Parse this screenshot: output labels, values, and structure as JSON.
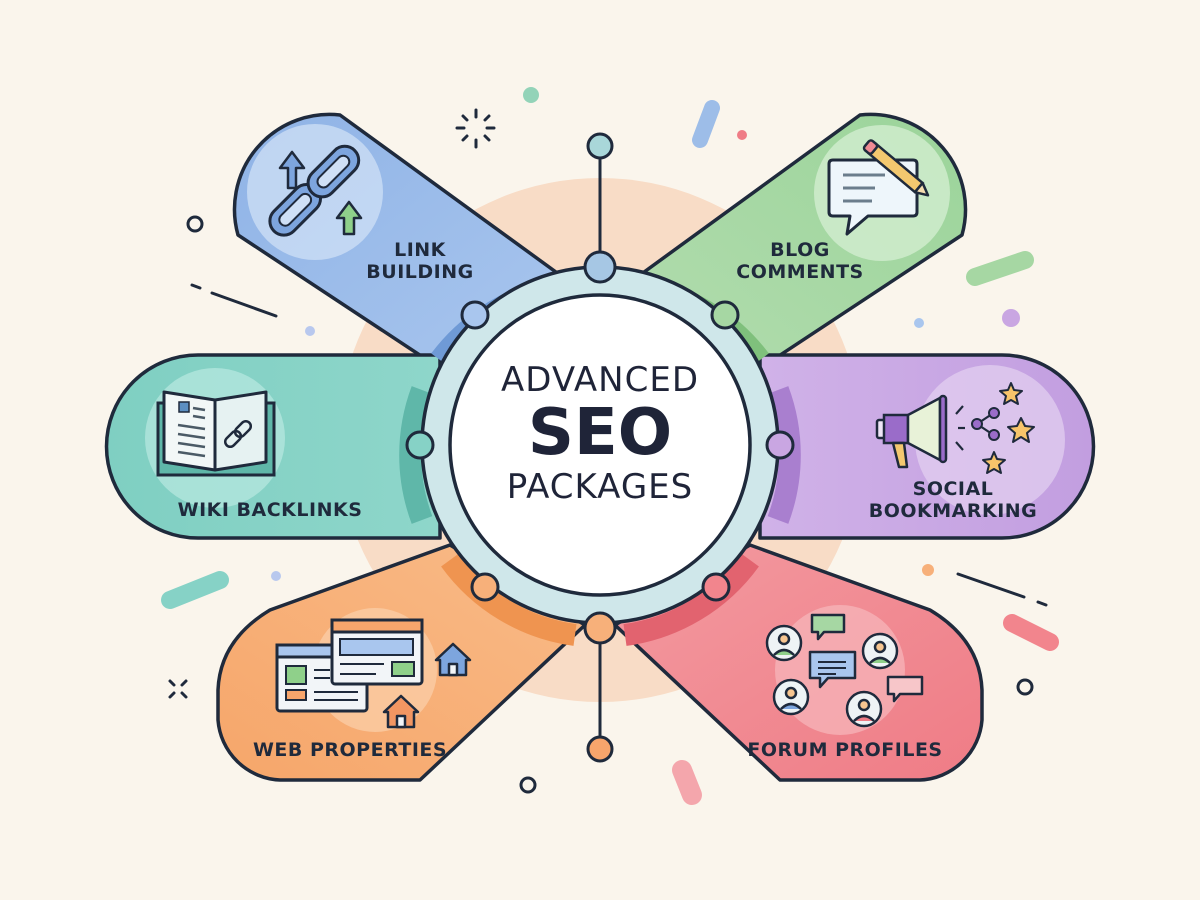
{
  "title": {
    "line1": "ADVANCED",
    "line2": "SEO",
    "line3": "PACKAGES"
  },
  "petals": [
    {
      "id": "link-building",
      "line1": "LINK",
      "line2": "BUILDING",
      "color": "#9dbde8",
      "icon": "chain-link-icon"
    },
    {
      "id": "blog-comments",
      "line1": "BLOG",
      "line2": "COMMENTS",
      "color": "#a6d7a3",
      "icon": "comment-pencil-icon"
    },
    {
      "id": "wiki-backlinks",
      "line1": "WIKI BACKLINKS",
      "line2": "",
      "color": "#86d2c6",
      "icon": "open-book-link-icon"
    },
    {
      "id": "social-bookmarking",
      "line1": "SOCIAL",
      "line2": "BOOKMARKING",
      "color": "#c9a6e2",
      "icon": "megaphone-share-icon"
    },
    {
      "id": "web-properties",
      "line1": "WEB PROPERTIES",
      "line2": "",
      "color": "#f7b07a",
      "icon": "browser-windows-icon"
    },
    {
      "id": "forum-profiles",
      "line1": "FORUM PROFILES",
      "line2": "",
      "color": "#f2858d",
      "icon": "user-chat-icon"
    }
  ],
  "colors": {
    "background": "#faf5ec",
    "halo": "#f7dcc8",
    "ring": "#cfe7ea",
    "outline": "#1f2a3c"
  }
}
